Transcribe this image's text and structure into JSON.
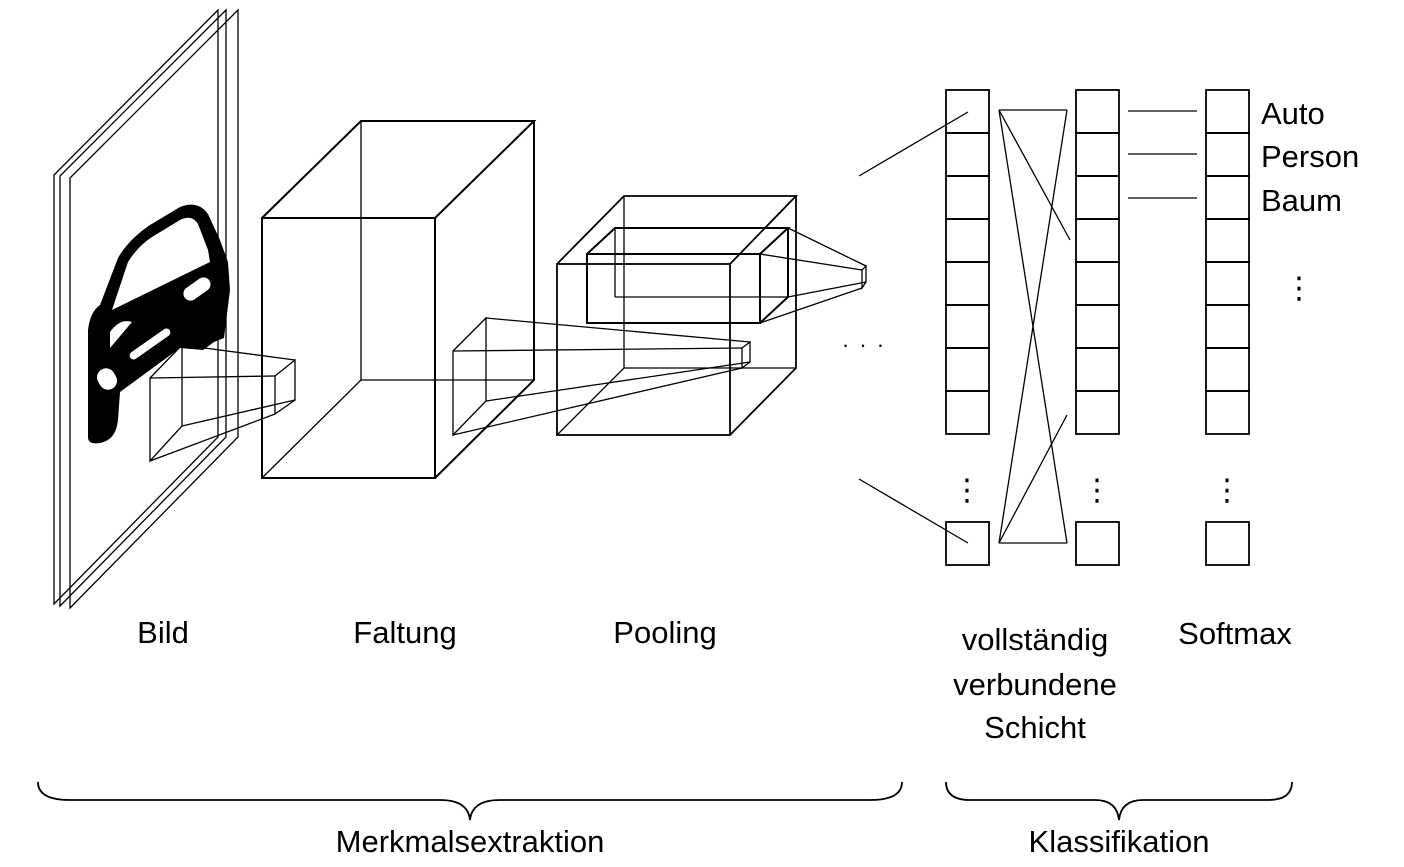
{
  "stages": {
    "bild": "Bild",
    "faltung": "Faltung",
    "pooling": "Pooling",
    "fc": [
      "vollständig",
      "verbundene",
      "Schicht"
    ],
    "softmax": "Softmax"
  },
  "classes": [
    "Auto",
    "Person",
    "Baum"
  ],
  "groups": {
    "feature_extraction": "Merkmalsextraktion",
    "classification": "Klassifikation"
  },
  "icons": {
    "input_image": "car-icon"
  },
  "ellipsis": {
    "horizontal": "· · ·",
    "vertical": "⋮"
  }
}
